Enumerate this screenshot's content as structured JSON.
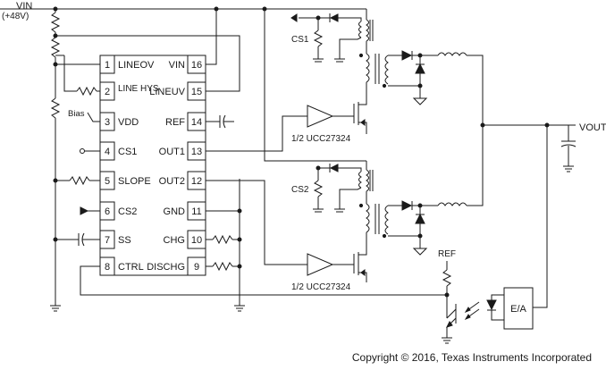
{
  "vin_label": "VIN",
  "vin_value": "(+48V)",
  "ic_left_pins": [
    {
      "num": "1",
      "name": "LINEOV"
    },
    {
      "num": "2",
      "name": "LINE HYS"
    },
    {
      "num": "3",
      "name": "VDD"
    },
    {
      "num": "4",
      "name": "CS1"
    },
    {
      "num": "5",
      "name": "SLOPE"
    },
    {
      "num": "6",
      "name": "CS2"
    },
    {
      "num": "7",
      "name": "SS"
    },
    {
      "num": "8",
      "name": "CTRL"
    }
  ],
  "ic_right_pins": [
    {
      "num": "16",
      "name": "VIN"
    },
    {
      "num": "15",
      "name": "LINEUV"
    },
    {
      "num": "14",
      "name": "REF"
    },
    {
      "num": "13",
      "name": "OUT1"
    },
    {
      "num": "12",
      "name": "OUT2"
    },
    {
      "num": "11",
      "name": "GND"
    },
    {
      "num": "10",
      "name": "CHG"
    },
    {
      "num": "9",
      "name": "DISCHG"
    }
  ],
  "bias_label": "Bias",
  "cs1_label": "CS1",
  "cs2_label": "CS2",
  "driver_label_1": "1/2 UCC27324",
  "driver_label_2": "1/2 UCC27324",
  "vout_label": "VOUT",
  "ref_label": "REF",
  "ea_label": "E/A",
  "copyright": "Copyright © 2016, Texas Instruments Incorporated"
}
